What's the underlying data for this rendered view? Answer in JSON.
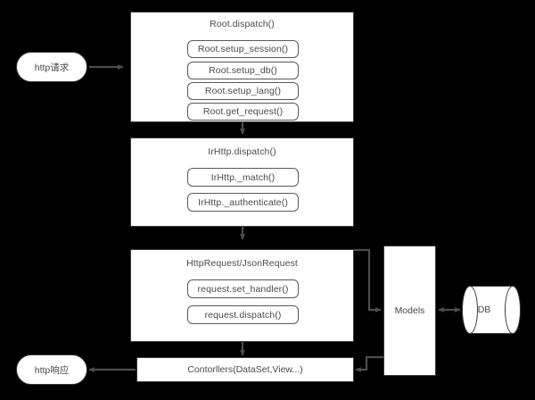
{
  "diagram": {
    "title_present": false,
    "background_color": "#000000",
    "node_fill": "#ffffff",
    "stroke_color": "#3a3a3a",
    "arrow_color": "#4d4d4d",
    "text_color": "#4a4a4a"
  },
  "terminals": {
    "request": {
      "label": "http请求",
      "shape": "rounded-rectangle"
    },
    "response": {
      "label": "http响应",
      "shape": "rounded-rectangle"
    }
  },
  "stages": [
    {
      "id": "root-dispatch",
      "title": "Root.dispatch()",
      "steps": [
        {
          "label": "Root.setup_session()"
        },
        {
          "label": "Root.setup_db()"
        },
        {
          "label": "Root.setup_lang()"
        },
        {
          "label": "Root.get_request()"
        }
      ]
    },
    {
      "id": "irhttp-dispatch",
      "title": "IrHttp.dispatch()",
      "steps": [
        {
          "label": "IrHttp._match()"
        },
        {
          "label": "IrHttp._authenticate()"
        }
      ]
    },
    {
      "id": "http-request",
      "title": "HttpRequest/JsonRequest",
      "steps": [
        {
          "label": "request.set_handler()"
        },
        {
          "label": "request.dispatch()"
        }
      ]
    }
  ],
  "controllers": {
    "label": "Contorllers(DataSet,View...)"
  },
  "models": {
    "label": "Models",
    "shape": "rectangle"
  },
  "database": {
    "label": "DB",
    "shape": "cylinder"
  },
  "edges": [
    {
      "from": "http请求",
      "to": "Root.dispatch()",
      "direction": "one-way"
    },
    {
      "from": "Root.dispatch()",
      "to": "IrHttp.dispatch()",
      "direction": "one-way"
    },
    {
      "from": "IrHttp.dispatch()",
      "to": "HttpRequest/JsonRequest",
      "direction": "one-way"
    },
    {
      "from": "HttpRequest/JsonRequest",
      "to": "Contorllers(DataSet,View...)",
      "direction": "one-way"
    },
    {
      "from": "HttpRequest/JsonRequest",
      "to": "Models",
      "direction": "one-way"
    },
    {
      "from": "Models",
      "to": "Contorllers(DataSet,View...)",
      "direction": "one-way"
    },
    {
      "from": "Models",
      "to": "DB",
      "direction": "two-way"
    },
    {
      "from": "Contorllers(DataSet,View...)",
      "to": "http响应",
      "direction": "one-way"
    }
  ]
}
